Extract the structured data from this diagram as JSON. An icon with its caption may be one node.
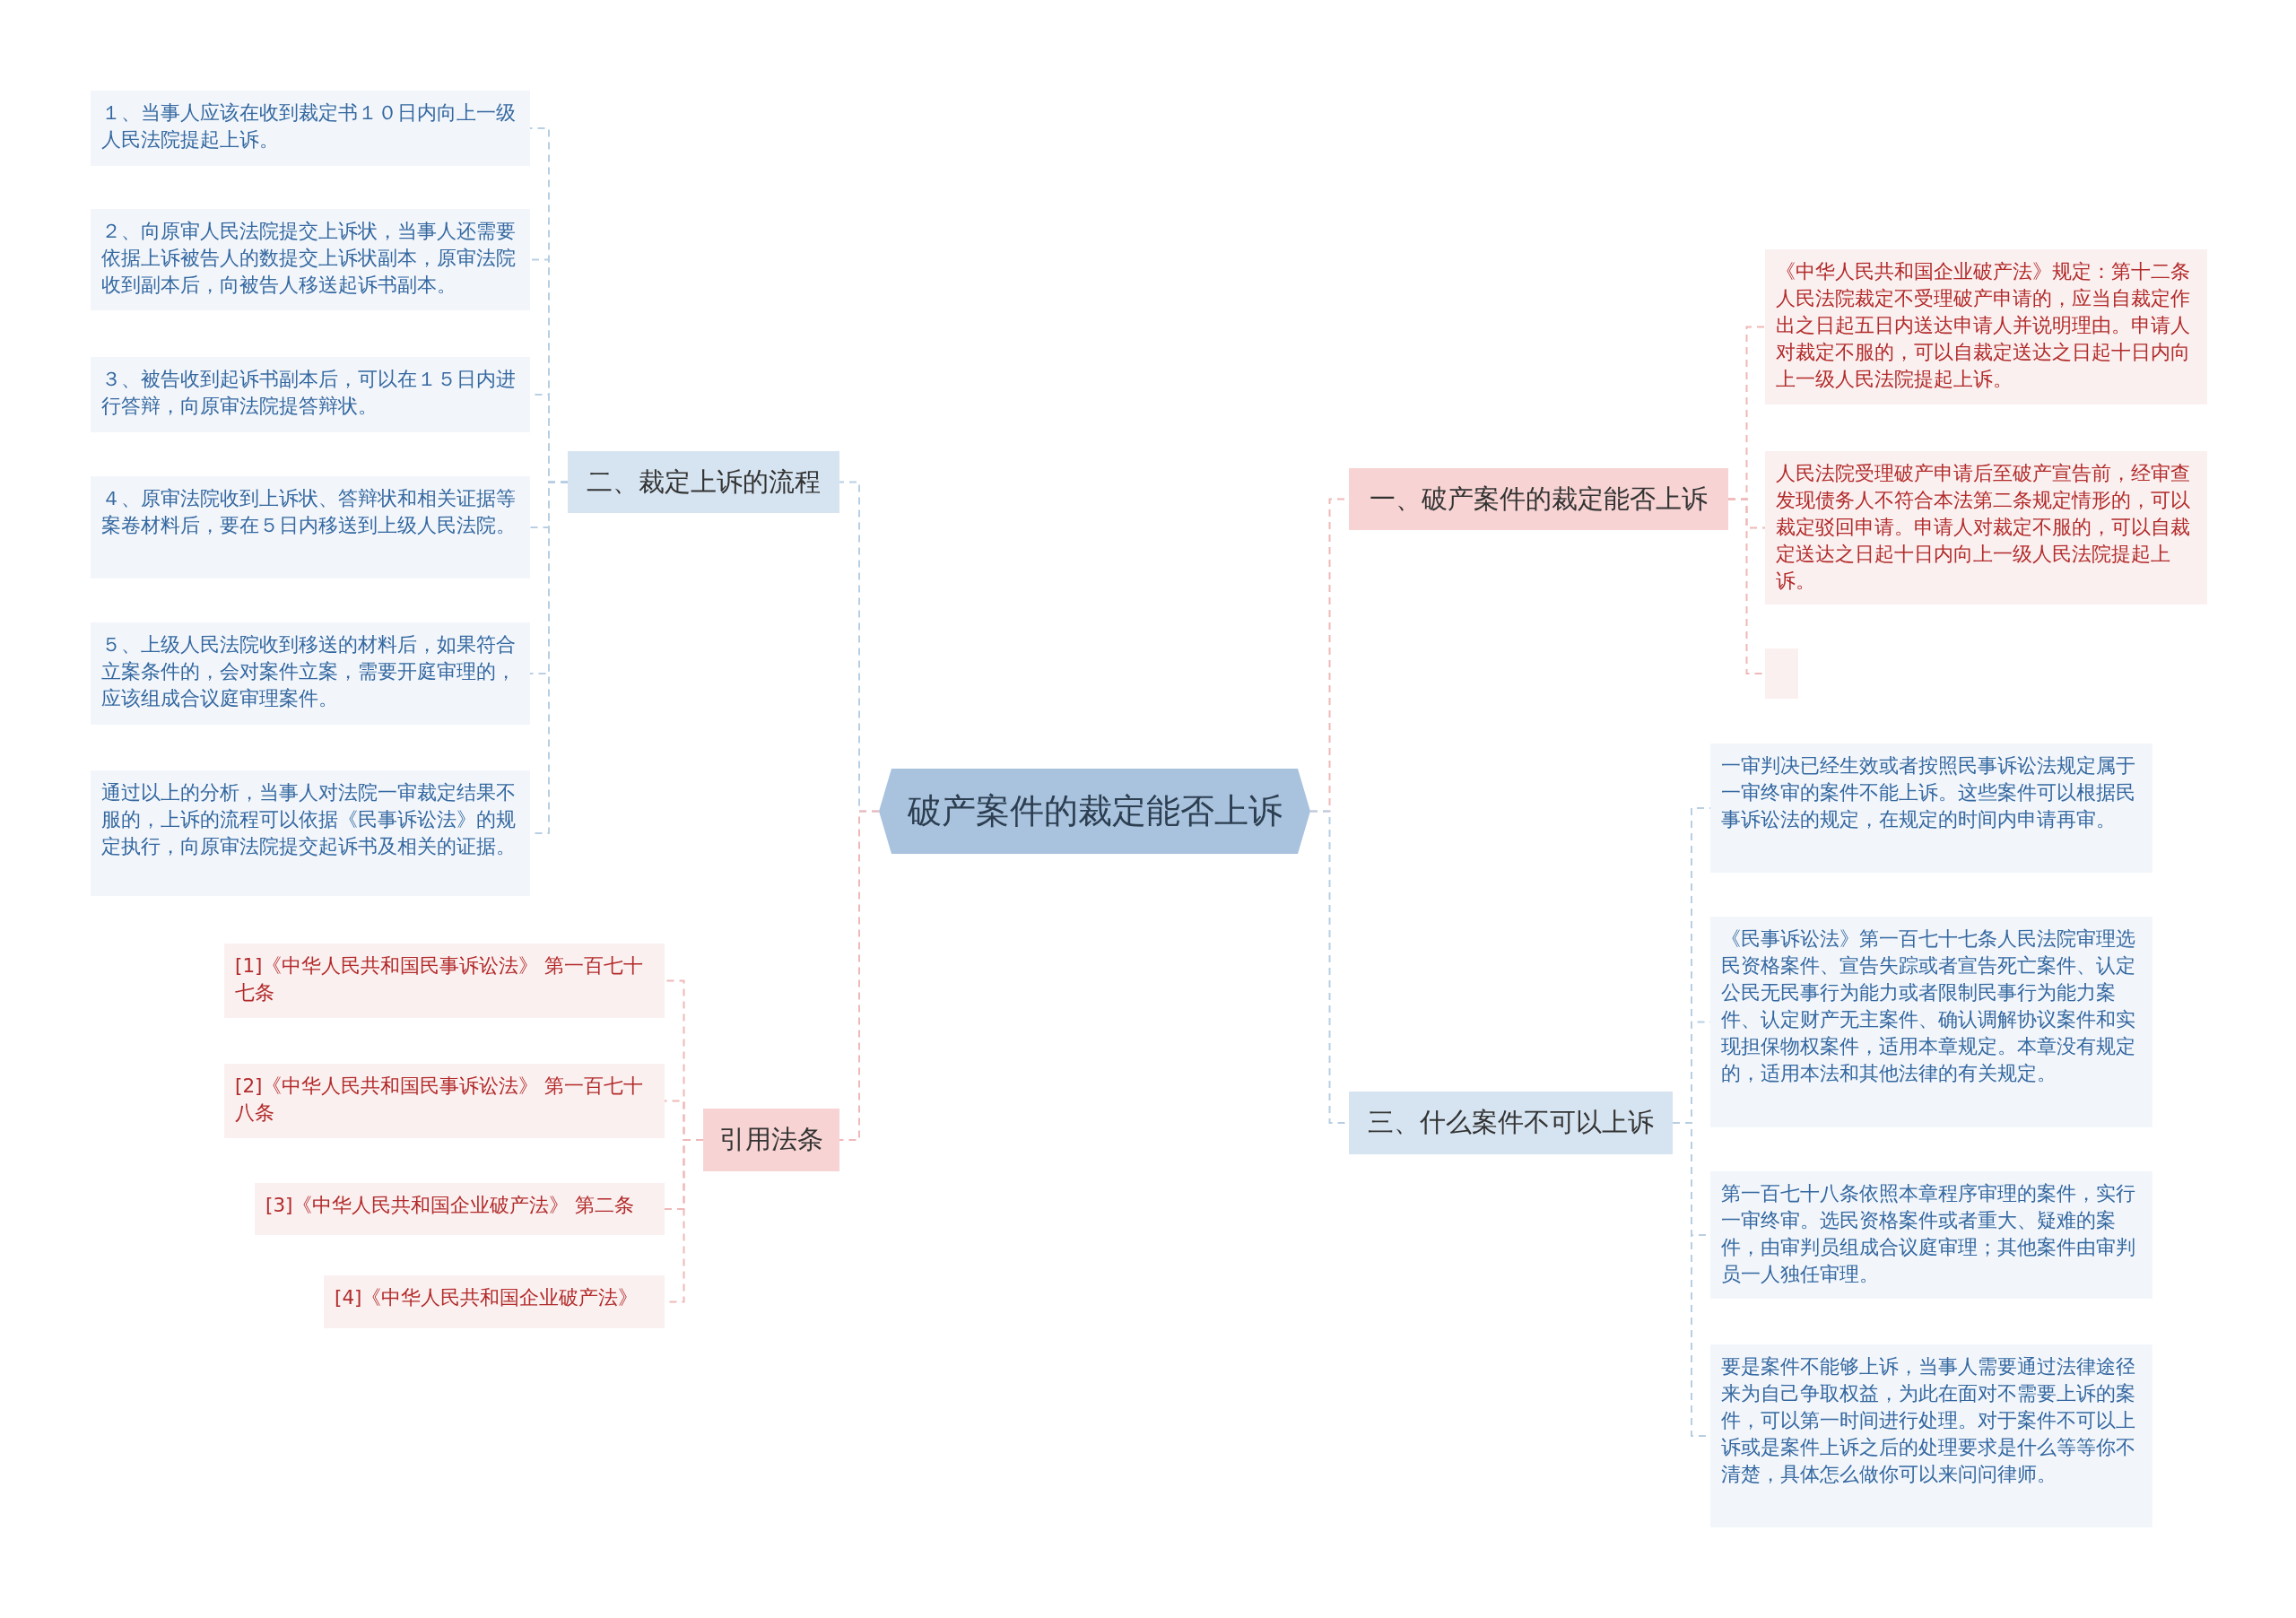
{
  "diagram": {
    "nodes": [
      {
        "text": [
          "破产案件的裁定能否上诉"
        ]
      },
      {
        "text": [
          "二、裁定上诉的流程"
        ]
      },
      {
        "text": [
          "１、当事人应该在收到裁定书１０日内向上一级人民法院提起上诉。"
        ]
      },
      {
        "text": [
          "２、向原审人民法院提交上诉状，当事人还需要依据上诉被告人的数提交上诉状副本，原审法院收到副本后，向被告人移送起诉书副本。"
        ]
      },
      {
        "text": [
          "３、被告收到起诉书副本后，可以在１５日内进行答辩，向原审法院提答辩状。"
        ]
      },
      {
        "text": [
          "４、原审法院收到上诉状、答辩状和相关证据等案卷材料后，要在５日内移送到上级人民法院。"
        ]
      },
      {
        "text": [
          "５、上级人民法院收到移送的材料后，如果符合立案条件的，会对案件立案，需要开庭审理的，应该组成合议庭审理案件。"
        ]
      },
      {
        "text": [
          "通过以上的分析，当事人对法院一审裁定结果不服的，上诉的流程可以依据《民事诉讼法》的规定执行，向原审法院提交起诉书及相关的证据。"
        ]
      },
      {
        "text": [
          "一、破产案件的裁定能否上诉"
        ]
      },
      {
        "text": [
          "《中华人民共和国企业破产法》规定：第十二条人民法院裁定不受理破产申请的，应当自裁定作出之日起五日内送达申请人并说明理由。申请人对裁定不服的，可以自裁定送达之日起十日内向上一级人民法院提起上诉。"
        ]
      },
      {
        "text": [
          "人民法院受理破产申请后至破产宣告前，经审查发现债务人不符合本法第二条规定情形的，可以裁定驳回申请。申请人对裁定不服的，可以自裁定送达之日起十日内向上一级人民法院提起上诉。"
        ]
      },
      {
        "text": [],
        "shape": "box"
      },
      {
        "text": [
          "三、什么案件不可以上诉"
        ]
      },
      {
        "text": [
          "一审判决已经生效或者按照民事诉讼法规定属于一审终审的案件不能上诉。这些案件可以根据民事诉讼法的规定，在规定的时间内申请再审。"
        ]
      },
      {
        "text": [
          "《民事诉讼法》第一百七十七条人民法院审理选民资格案件、宣告失踪或者宣告死亡案件、认定公民无民事行为能力或者限制民事行为能力案件、认定财产无主案件、确认调解协议案件和实现担保物权案件，适用本章规定。本章没有规定的，适用本法和其他法律的有关规定。"
        ]
      },
      {
        "text": [
          "第一百七十八条依照本章程序审理的案件，实行一审终审。选民资格案件或者重大、疑难的案件，由审判员组成合议庭审理；其他案件由审判员一人独任审理。"
        ]
      },
      {
        "text": [
          "要是案件不能够上诉，当事人需要通过法律途径来为自己争取权益，为此在面对不需要上诉的案件，可以第一时间进行处理。对于案件不可以上诉或是案件上诉之后的处理要求是什么等等你不清楚，具体怎么做你可以来问问律师。"
        ]
      },
      {
        "text": [
          "引用法条"
        ]
      },
      {
        "text": [
          "[1]《中华人民共和国民事诉讼法》 第一百七十七条"
        ]
      },
      {
        "text": [
          "[2]《中华人民共和国民事诉讼法》 第一百七十八条"
        ]
      },
      {
        "text": [
          "[3]《中华人民共和国企业破产法》 第二条"
        ]
      },
      {
        "text": [
          "[4]《中华人民共和国企业破产法》"
        ]
      }
    ],
    "edges": [
      {
        "from": 0,
        "to": 1,
        "arrow": "none"
      },
      {
        "from": 1,
        "to": 2,
        "arrow": "none"
      },
      {
        "from": 1,
        "to": 3,
        "arrow": "none"
      },
      {
        "from": 1,
        "to": 4,
        "arrow": "none"
      },
      {
        "from": 1,
        "to": 5,
        "arrow": "none"
      },
      {
        "from": 1,
        "to": 6,
        "arrow": "none"
      },
      {
        "from": 1,
        "to": 7,
        "arrow": "none"
      },
      {
        "from": 0,
        "to": 8,
        "arrow": "none",
        "color": "#f0b8b8"
      },
      {
        "from": 8,
        "to": 9,
        "arrow": "none",
        "color": "#f0b8b8"
      },
      {
        "from": 8,
        "to": 10,
        "arrow": "none",
        "color": "#f0b8b8"
      },
      {
        "from": 8,
        "to": 11,
        "arrow": "none",
        "color": "#f0b8b8"
      },
      {
        "from": 0,
        "to": 12,
        "arrow": "none"
      },
      {
        "from": 12,
        "to": 13,
        "arrow": "none"
      },
      {
        "from": 12,
        "to": 14,
        "arrow": "none"
      },
      {
        "from": 12,
        "to": 15,
        "arrow": "none"
      },
      {
        "from": 12,
        "to": 16,
        "arrow": "none"
      },
      {
        "from": 0,
        "to": 17,
        "arrow": "none",
        "color": "#f0b8b8"
      },
      {
        "from": 17,
        "to": 18,
        "arrow": "none",
        "color": "#f0b8b8"
      },
      {
        "from": 17,
        "to": 19,
        "arrow": "none",
        "color": "#f0b8b8"
      },
      {
        "from": 17,
        "to": 20,
        "arrow": "none",
        "color": "#f0b8b8"
      },
      {
        "from": 17,
        "to": 21,
        "arrow": "none",
        "color": "#f0b8b8"
      }
    ]
  }
}
